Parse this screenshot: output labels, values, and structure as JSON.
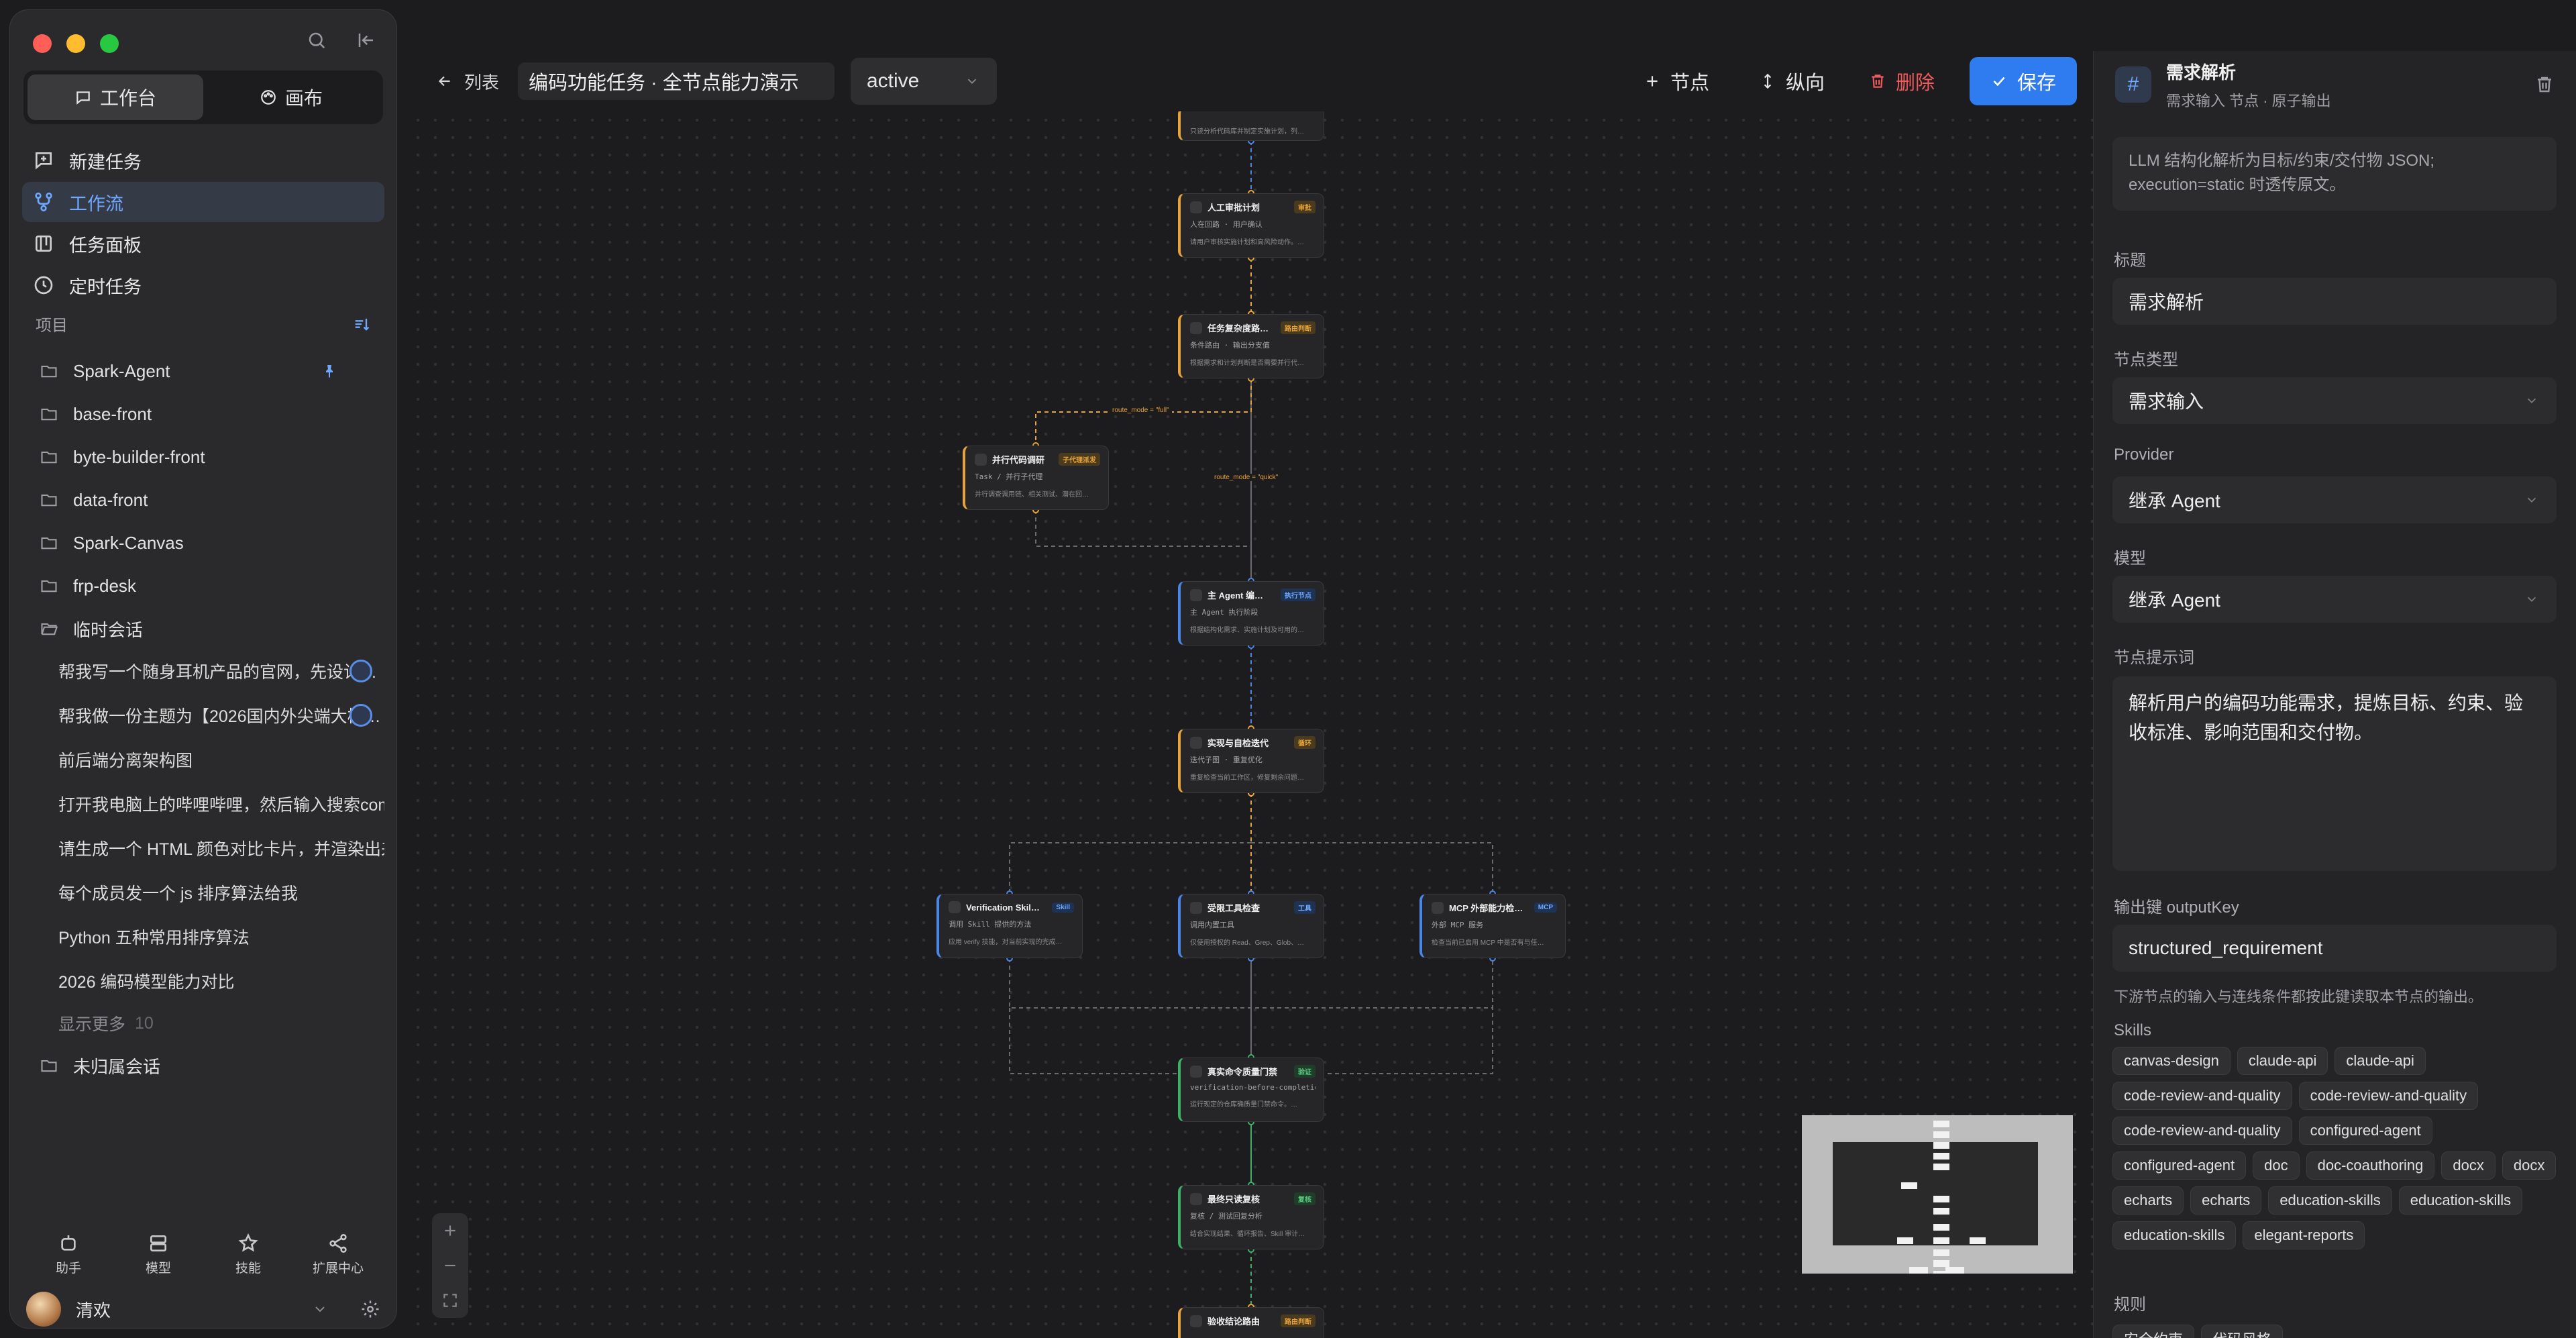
{
  "window": {
    "traffic_colors": [
      "#ff5f57",
      "#febc2e",
      "#28c840"
    ]
  },
  "sidebar": {
    "mode_tabs": [
      {
        "label": "工作台",
        "active": true
      },
      {
        "label": "画布",
        "active": false
      }
    ],
    "nav": [
      {
        "label": "新建任务",
        "icon": "new-chat-icon"
      },
      {
        "label": "工作流",
        "icon": "workflow-icon",
        "active": true
      },
      {
        "label": "任务面板",
        "icon": "board-icon"
      },
      {
        "label": "定时任务",
        "icon": "clock-icon"
      }
    ],
    "projects_header": "项目",
    "projects": [
      {
        "label": "Spark-Agent",
        "pinned": true
      },
      {
        "label": "base-front"
      },
      {
        "label": "byte-builder-front"
      },
      {
        "label": "data-front"
      },
      {
        "label": "Spark-Canvas"
      },
      {
        "label": "frp-desk"
      }
    ],
    "temp_folder": "临时会话",
    "chats": [
      {
        "label": "帮我写一个随身耳机产品的官网，先设计…",
        "running": true
      },
      {
        "label": "帮我做一份主题为【2026国内外尖端大模…",
        "running": true
      },
      {
        "label": "前后端分离架构图"
      },
      {
        "label": "打开我电脑上的哔哩哔哩，然后输入搜索comf…"
      },
      {
        "label": "请生成一个 HTML 颜色对比卡片，并渲染出来。"
      },
      {
        "label": "每个成员发一个 js 排序算法给我"
      },
      {
        "label": "Python 五种常用排序算法"
      },
      {
        "label": "2026 编码模型能力对比"
      }
    ],
    "show_more": "显示更多",
    "show_more_count": "10",
    "unassigned": "未归属会话",
    "bottom_tabs": [
      {
        "label": "助手",
        "icon": "assistant-icon"
      },
      {
        "label": "模型",
        "icon": "model-icon"
      },
      {
        "label": "技能",
        "icon": "skill-icon"
      },
      {
        "label": "扩展中心",
        "icon": "extension-icon"
      }
    ],
    "user_name": "清欢"
  },
  "toolbar": {
    "back_label": "列表",
    "workflow_title": "编码功能任务 · 全节点能力演示",
    "status": "active",
    "add_node": "节点",
    "layout": "纵向",
    "delete": "删除",
    "save": "保存"
  },
  "canvas": {
    "nodes": [
      {
        "id": "n0",
        "title": "",
        "badge": "",
        "sub": "",
        "desc": "只读分析代码库并制定实施计划，列…",
        "color": "orange"
      },
      {
        "id": "n1",
        "title": "人工审批计划",
        "badge": "审批",
        "sub": "人在回路 · 用户确认",
        "desc": "请用户审核实施计划和高风险动作。…",
        "color": "orange"
      },
      {
        "id": "n2",
        "title": "任务复杂度路…",
        "badge": "路由判断",
        "sub": "条件路由 · 输出分支值",
        "desc": "根据需求和计划判断是否需要并行代…",
        "color": "orange"
      },
      {
        "id": "n3",
        "title": "并行代码调研",
        "badge": "子代理派发",
        "sub": "Task / 并行子代理",
        "desc": "并行调查调用链、相关测试、潜在回…",
        "color": "orange"
      },
      {
        "id": "n4",
        "title": "主 Agent 编…",
        "badge": "执行节点",
        "sub": "主 Agent 执行阶段",
        "desc": "根据结构化需求、实施计划及可用的…",
        "color": "blue"
      },
      {
        "id": "n5",
        "title": "实现与自检迭代",
        "badge": "循环",
        "sub": "迭代子图 · 重复优化",
        "desc": "重复检查当前工作区，修复剩余问题…",
        "color": "orange"
      },
      {
        "id": "n6",
        "title": "Verification Skil…",
        "badge": "Skill",
        "sub": "调用 Skill 提供的方法",
        "desc": "应用 verify 技能，对当前实现的完成…",
        "color": "blue"
      },
      {
        "id": "n7",
        "title": "受限工具检查",
        "badge": "工具",
        "sub": "调用内置工具",
        "desc": "仅使用授权的 Read、Grep、Glob、…",
        "color": "blue"
      },
      {
        "id": "n8",
        "title": "MCP 外部能力检…",
        "badge": "MCP",
        "sub": "外部 MCP 服务",
        "desc": "检查当前已启用 MCP 中是否有与任…",
        "color": "blue"
      },
      {
        "id": "n9",
        "title": "真实命令质量门禁",
        "badge": "验证",
        "sub": "verification-before-completion",
        "desc": "运行现定的仓库确质量门禁命令。…",
        "color": "green"
      },
      {
        "id": "n10",
        "title": "最终只读复核",
        "badge": "复核",
        "sub": "复核 / 测试回复分析",
        "desc": "结合实现结果、循环报告、Skill 审计…",
        "color": "green"
      },
      {
        "id": "n11",
        "title": "验收结论路由",
        "badge": "路由判断",
        "sub": "",
        "desc": "",
        "color": "orange"
      }
    ],
    "edge_labels": {
      "full": "route_mode = \"full\"",
      "quick": "route_mode = \"quick\""
    }
  },
  "panel": {
    "node_title": "需求解析",
    "node_meta": "需求输入 节点 · 原子输出",
    "description": "LLM 结构化解析为目标/约束/交付物 JSON; execution=static 时透传原文。",
    "title_label": "标题",
    "title_value": "需求解析",
    "type_label": "节点类型",
    "type_value": "需求输入",
    "provider_label": "Provider",
    "provider_value": "继承 Agent",
    "model_label": "模型",
    "model_value": "继承 Agent",
    "prompt_label": "节点提示词",
    "prompt_value": "解析用户的编码功能需求，提炼目标、约束、验收标准、影响范围和交付物。",
    "output_key_label": "输出键 outputKey",
    "output_key_value": "structured_requirement",
    "output_key_note": "下游节点的输入与连线条件都按此键读取本节点的输出。",
    "skills_label": "Skills",
    "skills": [
      "canvas-design",
      "claude-api",
      "claude-api",
      "code-review-and-quality",
      "code-review-and-quality",
      "code-review-and-quality",
      "configured-agent",
      "configured-agent",
      "doc",
      "doc-coauthoring",
      "docx",
      "docx",
      "echarts",
      "echarts",
      "education-skills",
      "education-skills",
      "education-skills",
      "elegant-reports"
    ],
    "rules_label": "规则",
    "rules": [
      "安全约束",
      "代码风格"
    ]
  }
}
